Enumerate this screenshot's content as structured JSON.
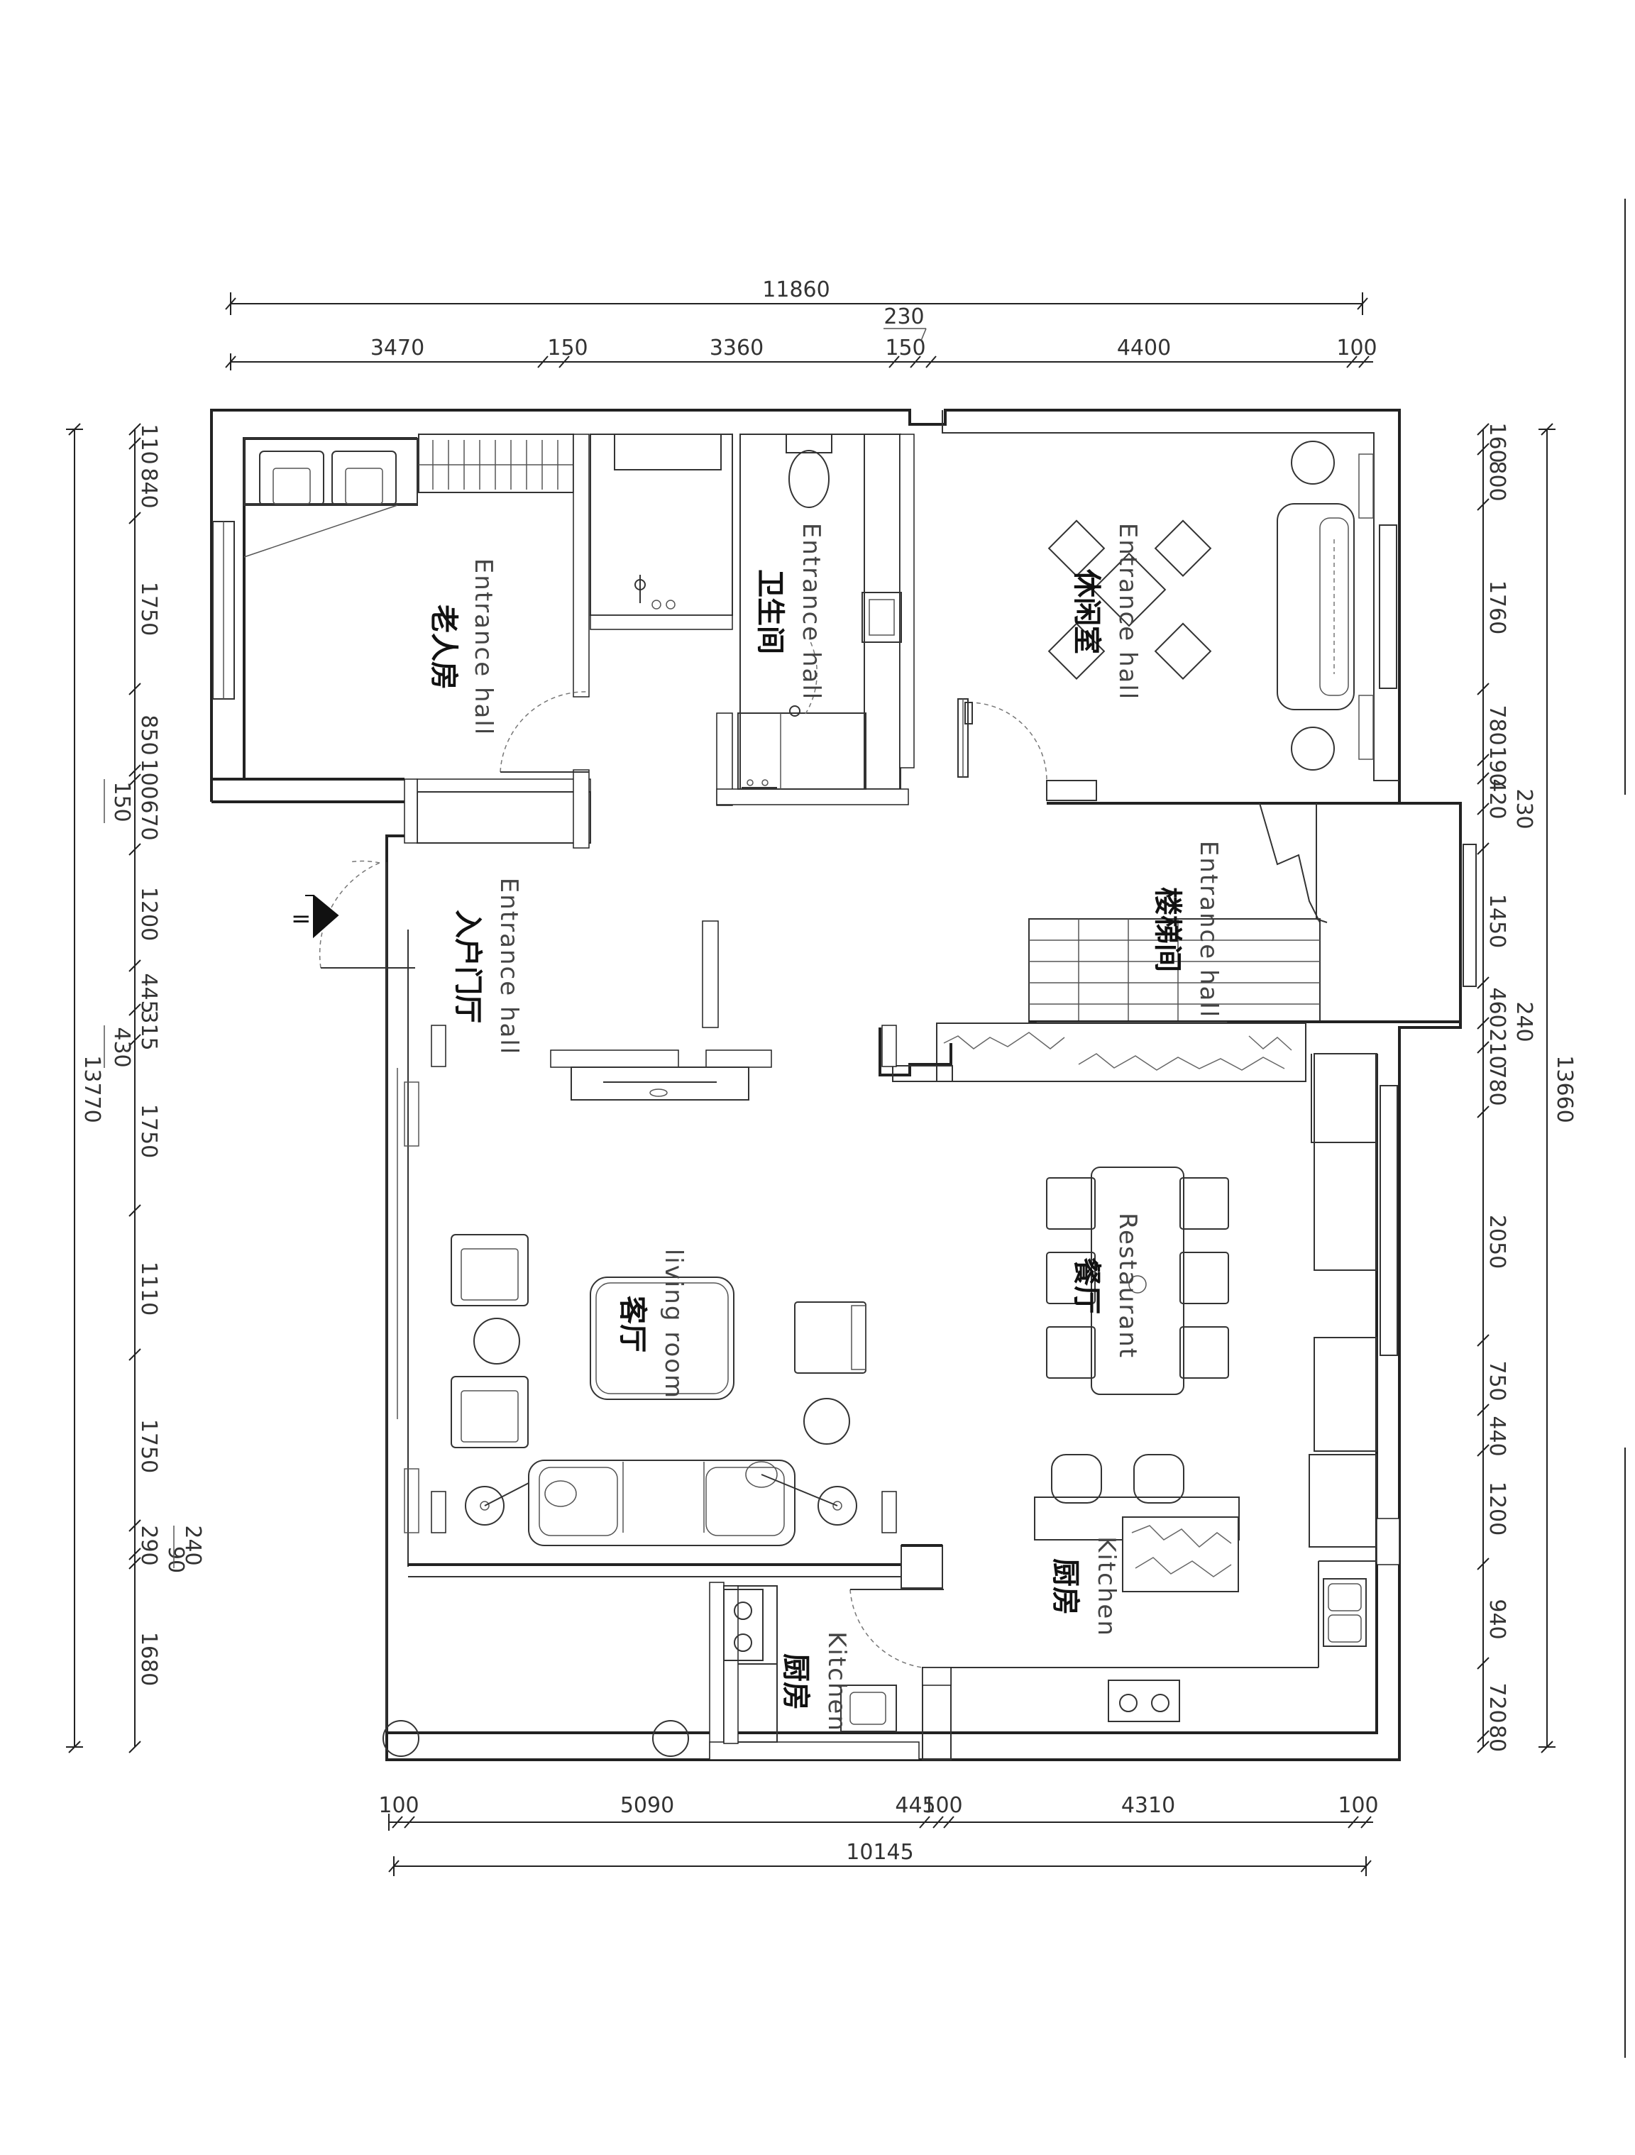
{
  "rooms": {
    "elder_room": {
      "en": "Entrance hall",
      "cn": "老人房"
    },
    "bathroom": {
      "en": "Entrance hall",
      "cn": "卫生间"
    },
    "leisure_room": {
      "en": "Entrance hall",
      "cn": "休闲室"
    },
    "entry_hall": {
      "en": "Entrance hall",
      "cn": "入户门厅"
    },
    "stairwell": {
      "en": "Entrance hall",
      "cn": "楼梯间"
    },
    "living_room": {
      "en": "living room",
      "cn": "客厅"
    },
    "restaurant": {
      "en": "Restaurant",
      "cn": "餐厅"
    },
    "kitchen_open": {
      "en": "Kitchen",
      "cn": "厨房"
    },
    "kitchen_closed": {
      "en": "Kitchen",
      "cn": "厨房"
    }
  },
  "dimensions": {
    "top_total": "11860",
    "top_mid": "230",
    "top": [
      "3470",
      "150",
      "3360",
      "150",
      "4400",
      "100"
    ],
    "bottom": [
      "100",
      "5090",
      "445",
      "100",
      "4310",
      "100"
    ],
    "bottom_total": "10145",
    "left_total": "13770",
    "left": [
      "110",
      "840",
      "1750",
      "850",
      "100",
      "670",
      "1200",
      "445",
      "315",
      "1750",
      "1110",
      "1750",
      "290",
      "90",
      "1680"
    ],
    "left_aux": [
      "150",
      "430",
      "240"
    ],
    "right_total": "13660",
    "right": [
      "160",
      "800",
      "1760",
      "780",
      "190",
      "420",
      "1450",
      "460",
      "210",
      "780",
      "2050",
      "750",
      "440",
      "1200",
      "940",
      "720",
      "80"
    ],
    "right_aux": [
      "230",
      "240"
    ]
  },
  "entrance_marker": "="
}
